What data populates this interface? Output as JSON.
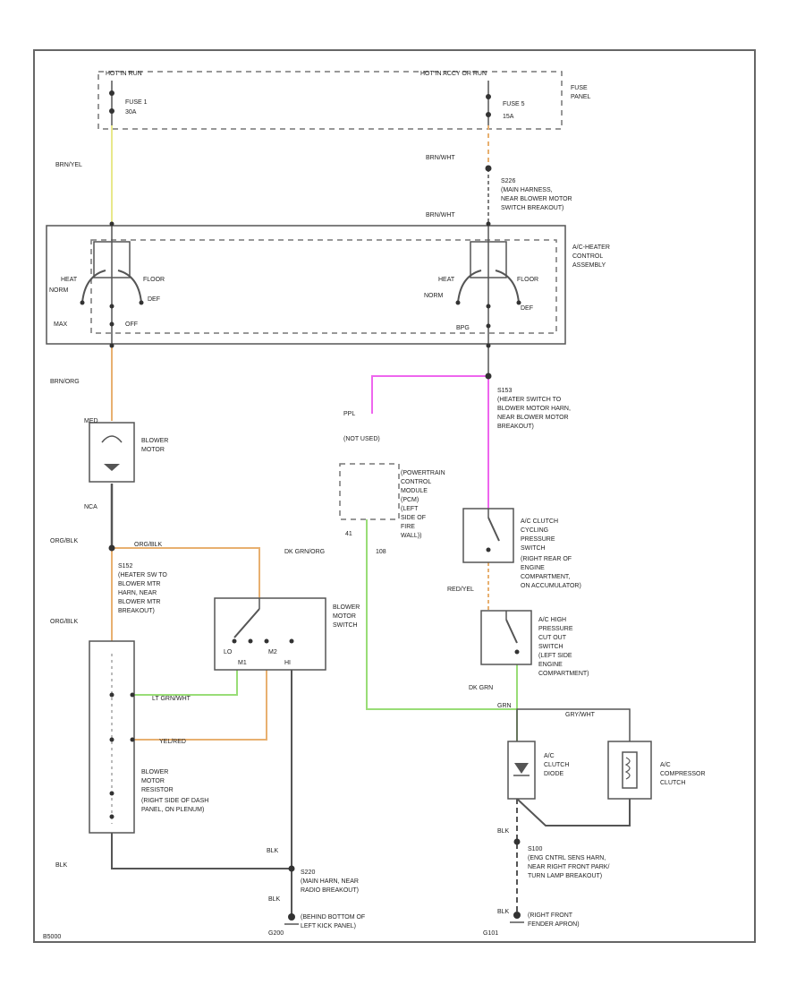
{
  "colors": {
    "yellow_wire": "#e8e88a",
    "orange_wire": "#e8b070",
    "pink_wire": "#ee66ee",
    "green_wire": "#99dd77",
    "dark_wire": "#555555"
  },
  "fuse_panel": {
    "left_header": "HOT IN RUN",
    "right_header": "HOT IN ACCY OR RUN",
    "fuse1_name": "FUSE 1",
    "fuse1_rating": "30A",
    "fuse2_name": "FUSE 5",
    "fuse2_rating": "15A",
    "panel_label_1": "FUSE",
    "panel_label_2": "PANEL"
  },
  "wires": {
    "brn_yel": "BRN/YEL",
    "brn_wht_1": "BRN/WHT",
    "brn_wht_2": "BRN/WHT",
    "brn_org": "BRN/ORG",
    "nca": "NCA",
    "org_blk_1": "ORG/BLK",
    "org_blk_2": "ORG/BLK",
    "org_blk_3": "ORG/BLK",
    "lt_grn_wht": "LT GRN/WHT",
    "yel_red": "YEL/RED",
    "blk_1": "BLK",
    "blk_2": "BLK",
    "blk_3": "BLK",
    "blk_4": "BLK",
    "blk_5": "BLK",
    "ppl": "PPL",
    "dk_grn_org": "DK GRN/ORG",
    "red_yel": "RED/YEL",
    "dk_grn": "DK GRN",
    "grn": "GRN",
    "gry_wht": "GRY/WHT"
  },
  "connectors": {
    "s226": [
      "S226",
      "(MAIN HARNESS,",
      "NEAR BLOWER MOTOR",
      "SWITCH BREAKOUT)"
    ],
    "s153": [
      "S153",
      "(HEATER SWITCH TO",
      "BLOWER MOTOR HARN,",
      "NEAR BLOWER MOTOR",
      "BREAKOUT)"
    ],
    "s152": [
      "S152",
      "(HEATER SW TO",
      "BLOWER MTR",
      "HARN, NEAR",
      "BLOWER MTR",
      "BREAKOUT)"
    ],
    "s220": [
      "S220",
      "(MAIN HARN, NEAR",
      "RADIO BREAKOUT)"
    ],
    "s100": [
      "S100",
      "(ENG CNTRL SENS HARN,",
      "NEAR RIGHT FRONT PARK/",
      "TURN LAMP BREAKOUT)"
    ]
  },
  "control_assembly": {
    "label": [
      "A/C-HEATER",
      "CONTROL",
      "ASSEMBLY"
    ],
    "left_heat": "HEAT",
    "left_floor": "FLOOR",
    "left_norm": "NORM",
    "left_def": "DEF",
    "left_max": "MAX",
    "left_off": "OFF",
    "right_heat": "HEAT",
    "right_floor": "FLOOR",
    "right_norm": "NORM",
    "right_def": "DEF",
    "right_bpg": "BPG"
  },
  "components": {
    "blower_motor": [
      "BLOWER",
      "MOTOR"
    ],
    "blower_motor_pin": "MED",
    "blower_motor_switch": [
      "BLOWER",
      "MOTOR",
      "SWITCH"
    ],
    "blower_switch_lo": "LO",
    "blower_switch_m1": "M1",
    "blower_switch_m2": "M2",
    "blower_switch_hi": "HI",
    "blower_motor_resistor": [
      "BLOWER",
      "MOTOR",
      "RESISTOR",
      "(RIGHT SIDE OF DASH",
      "PANEL, ON PLENUM)"
    ],
    "not_used": "(NOT USED)",
    "pcm": [
      "(POWERTRAIN",
      "CONTROL",
      "MODULE",
      "(PCM)",
      "(LEFT",
      "SIDE OF",
      "FIRE",
      "WALL))"
    ],
    "pcm_pin_1": "41",
    "pcm_pin_2": "108",
    "cycling_switch": [
      "A/C CLUTCH",
      "CYCLING",
      "PRESSURE",
      "SWITCH",
      "(RIGHT REAR OF",
      "ENGINE",
      "COMPARTMENT,",
      "ON ACCUMULATOR)"
    ],
    "high_pressure_switch": [
      "A/C HIGH",
      "PRESSURE",
      "CUT OUT",
      "SWITCH",
      "(LEFT SIDE",
      "ENGINE",
      "COMPARTMENT)"
    ],
    "clutch_diode": [
      "A/C",
      "CLUTCH",
      "DIODE"
    ],
    "compressor_clutch": [
      "A/C",
      "COMPRESSOR",
      "CLUTCH"
    ],
    "ground_left": [
      "(BEHIND BOTTOM OF",
      "LEFT KICK PANEL)"
    ],
    "ground_left_id": "G200",
    "ground_right": [
      "(RIGHT FRONT",
      "FENDER APRON)"
    ],
    "ground_right_id": "G101",
    "diagram_id": "B5000"
  }
}
